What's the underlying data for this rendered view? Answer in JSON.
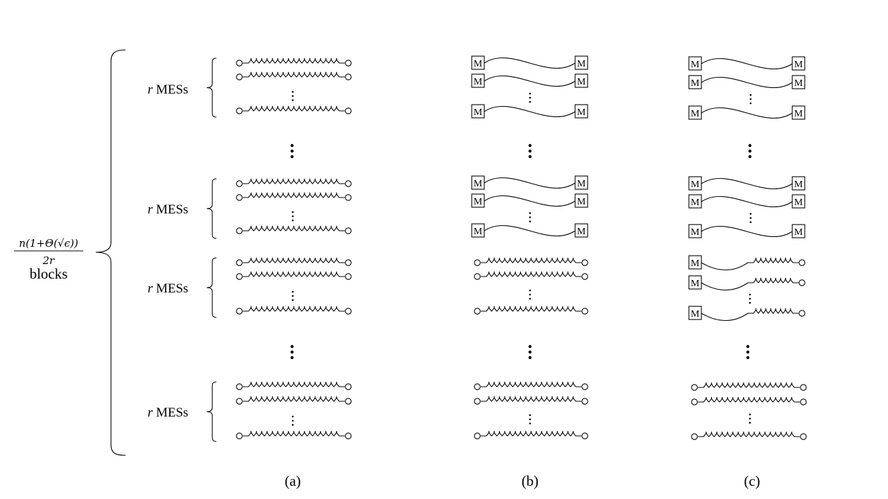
{
  "figure": {
    "fraction_numerator": "n(1+Θ(√ϵ))",
    "fraction_denominator": "2r",
    "blocks_label": "blocks",
    "group_label_var": "r",
    "group_label_text": " MESs",
    "measurement_symbol": "M",
    "panels": [
      {
        "caption": "(a)"
      },
      {
        "caption": "(b)"
      },
      {
        "caption": "(c)"
      }
    ]
  }
}
